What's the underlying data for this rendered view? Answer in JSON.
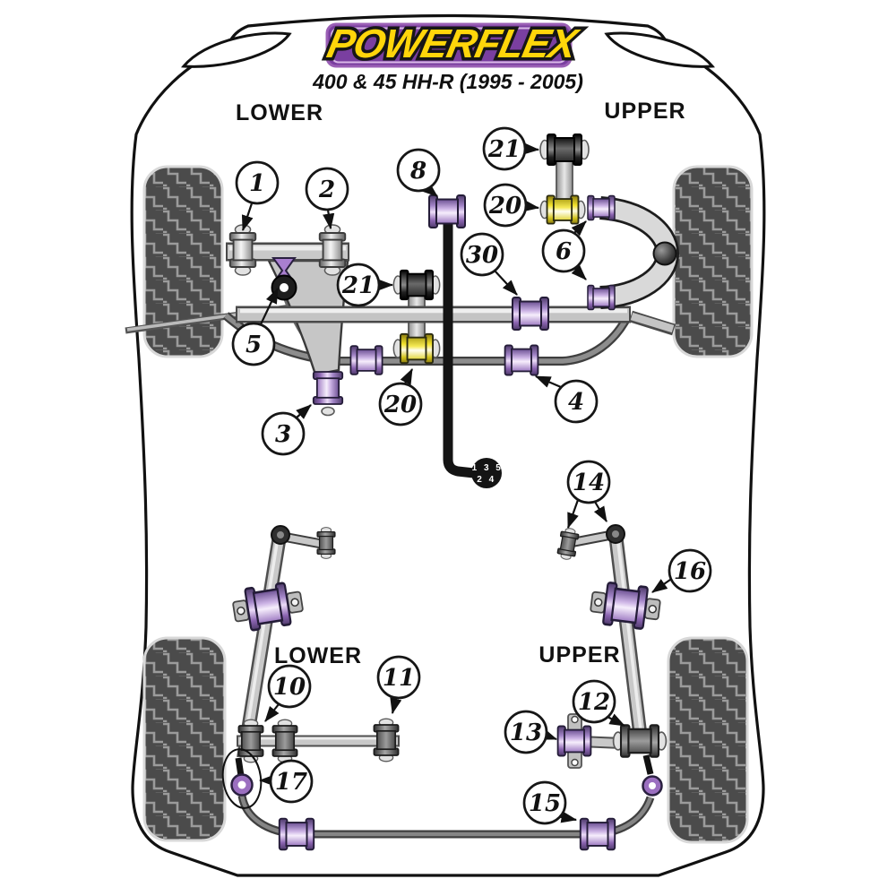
{
  "header": {
    "brand": "POWERFLEX",
    "model": "400 & 45 HH-R (1995 - 2005)"
  },
  "section_labels": {
    "front_lower": "LOWER",
    "front_upper": "UPPER",
    "rear_lower": "LOWER",
    "rear_upper": "UPPER"
  },
  "gear_knob": {
    "row1": "1 3 5",
    "row2": "2 4"
  },
  "callouts": {
    "c1": {
      "number": "1"
    },
    "c2": {
      "number": "2"
    },
    "c3": {
      "number": "3"
    },
    "c4": {
      "number": "4"
    },
    "c5": {
      "number": "5"
    },
    "c6": {
      "number": "6"
    },
    "c8": {
      "number": "8"
    },
    "c10": {
      "number": "10"
    },
    "c11": {
      "number": "11"
    },
    "c12": {
      "number": "12"
    },
    "c13": {
      "number": "13"
    },
    "c14": {
      "number": "14"
    },
    "c15": {
      "number": "15"
    },
    "c16": {
      "number": "16"
    },
    "c17": {
      "number": "17"
    },
    "c20_front": {
      "number": "20"
    },
    "c21_front": {
      "number": "21"
    },
    "c20_mid": {
      "number": "20"
    },
    "c21_mid": {
      "number": "21"
    },
    "c30": {
      "number": "30"
    }
  },
  "colors": {
    "brand_purple": "#7a3fa0",
    "brand_yellow": "#ffd60a",
    "bushing_purple": "#9b7bc4",
    "bushing_yellow": "#f5e642",
    "line_black": "#1a1a1a"
  }
}
